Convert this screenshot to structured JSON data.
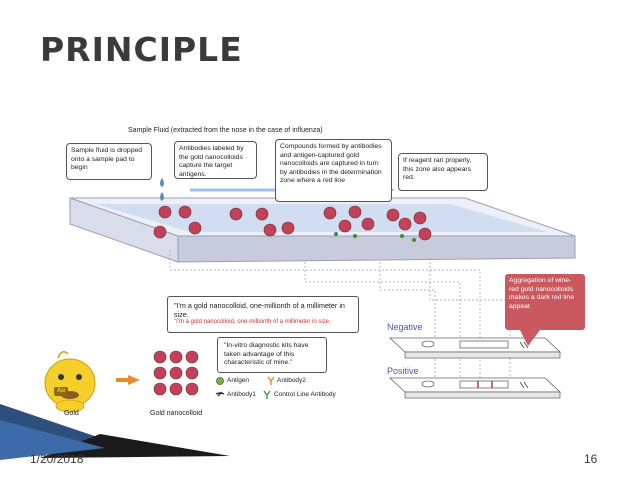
{
  "slide": {
    "title": "PRINCIPLE",
    "date": "1/20/2018",
    "page_number": "16"
  },
  "diagram": {
    "top_label": "Sample Fluid (extracted from the nose in the case of influenza)",
    "callouts": [
      "Sample fluid is dropped onto a sample pad to begin",
      "Antibodies labeled by the gold nanocolloids capture the target antigens.",
      "Compounds formed by antibodies and antigen-captured gold nanocolloids are captured in turn by antibodies in the determination zone where a red line",
      "If reagent ran properly, this zone also appears red."
    ],
    "aggregation_note": "Aggregation of wine-red gold nanocolloids makes a dark red line appear.",
    "gold_quote_black": "\"I'm a gold nanocolloid, one-millionth of a millimeter in size.",
    "gold_quote_red": "\"I'm a gold nanocolloid, one-millionth of a millimeter in size.",
    "invitro_quote": "\"In-vitro diagnostic kits have taken advantage of this characteristic of mine.\"",
    "negative_label": "Negative",
    "positive_label": "Positive",
    "gold_label": "Gold",
    "gold_nanocolloid_label": "Gold nanocolloid",
    "mascot_badge": "Au",
    "legend": {
      "antigen": "Antigen",
      "antibody1": "Antibody1",
      "antibody2": "Antibody2",
      "control_line_antibody": "Control Line Antibody"
    }
  }
}
